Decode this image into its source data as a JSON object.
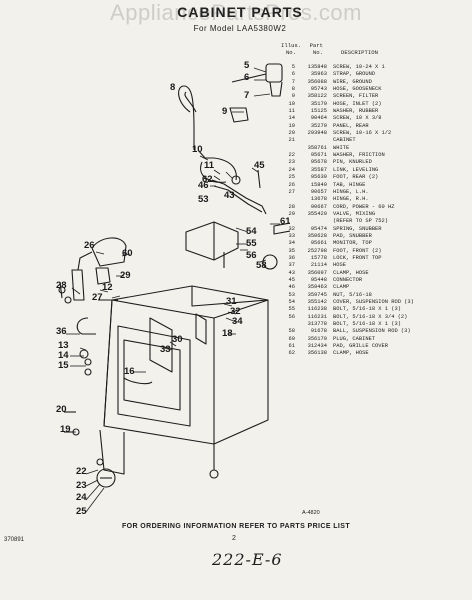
{
  "watermark": "AppliancePartsPros.com",
  "title": "CABINET PARTS",
  "subtitle": "For Model LAA5380W2",
  "table_header": {
    "col_illus": "Illus.",
    "col_part": "Part",
    "col_no": "No.",
    "col_no2": "No.",
    "col_desc": "DESCRIPTION"
  },
  "parts": [
    {
      "no": "5",
      "part": "135848",
      "desc": "Screw, 10-24 x 1"
    },
    {
      "no": "6",
      "part": "35963",
      "desc": "Strap, ground"
    },
    {
      "no": "7",
      "part": "356088",
      "desc": "Wire, ground"
    },
    {
      "no": "8",
      "part": "95743",
      "desc": "Hose, gooseneck"
    },
    {
      "no": "9",
      "part": "358122",
      "desc": "Screen, filter"
    },
    {
      "no": "10",
      "part": "35179",
      "desc": "Hose, inlet (2)"
    },
    {
      "no": "11",
      "part": "15125",
      "desc": "Washer, rubber"
    },
    {
      "no": "14",
      "part": "90464",
      "desc": "Screw, 10 x 3/8"
    },
    {
      "no": "19",
      "part": "35279",
      "desc": "Panel, rear"
    },
    {
      "no": "20",
      "part": "293948",
      "desc": "Screw, 10-16 x 1/2"
    },
    {
      "no": "21",
      "part": "",
      "desc": "Cabinet"
    },
    {
      "no": "",
      "part": "358761",
      "desc": "White"
    },
    {
      "no": "22",
      "part": "95671",
      "desc": "Washer, friction"
    },
    {
      "no": "23",
      "part": "95678",
      "desc": "Pin, knurled"
    },
    {
      "no": "24",
      "part": "35587",
      "desc": "Link, leveling"
    },
    {
      "no": "25",
      "part": "95639",
      "desc": "Foot, rear (2)"
    },
    {
      "no": "26",
      "part": "15849",
      "desc": "Tab, hinge"
    },
    {
      "no": "27",
      "part": "90657",
      "desc": "Hinge, L.H."
    },
    {
      "no": "",
      "part": "13678",
      "desc": "Hinge, R.H."
    },
    {
      "no": "28",
      "part": "90667",
      "desc": "Cord, power - 60 HZ"
    },
    {
      "no": "29",
      "part": "355429",
      "desc": "Valve, mixing"
    },
    {
      "no": "",
      "part": "",
      "desc": "(Refer to SP 752)"
    },
    {
      "no": "32",
      "part": "95474",
      "desc": "Spring, snubber"
    },
    {
      "no": "33",
      "part": "350628",
      "desc": "Pad, snubber"
    },
    {
      "no": "34",
      "part": "95661",
      "desc": "Monitor, top"
    },
    {
      "no": "35",
      "part": "252798",
      "desc": "Foot, front (2)"
    },
    {
      "no": "36",
      "part": "15778",
      "desc": "Lock, front top"
    },
    {
      "no": "37",
      "part": "21114",
      "desc": "Hose"
    },
    {
      "no": "43",
      "part": "356097",
      "desc": "Clamp, hose"
    },
    {
      "no": "45",
      "part": "95448",
      "desc": "Connector"
    },
    {
      "no": "46",
      "part": "359463",
      "desc": "Clamp"
    },
    {
      "no": "53",
      "part": "359745",
      "desc": "Nut, 5/16-18"
    },
    {
      "no": "54",
      "part": "355142",
      "desc": "Cover, suspension rod (3)"
    },
    {
      "no": "55",
      "part": "116238",
      "desc": "Bolt, 5/16-18 x 1 (3)"
    },
    {
      "no": "56",
      "part": "116231",
      "desc": "Bolt, 5/16-18 x 3/4 (2)"
    },
    {
      "no": "",
      "part": "313778",
      "desc": "Bolt, 5/16-18 x 1 (3)"
    },
    {
      "no": "58",
      "part": "91678",
      "desc": "Ball, suspension rod (3)"
    },
    {
      "no": "60",
      "part": "356179",
      "desc": "Plug, cabinet"
    },
    {
      "no": "61",
      "part": "312434",
      "desc": "Pad, grille cover"
    },
    {
      "no": "62",
      "part": "356138",
      "desc": "Clamp, hose"
    }
  ],
  "callouts": [
    "5",
    "6",
    "7",
    "8",
    "9",
    "10",
    "11",
    "62",
    "46",
    "43",
    "45",
    "53",
    "54",
    "55",
    "56",
    "61",
    "58",
    "60",
    "26",
    "28",
    "12",
    "27",
    "29",
    "36",
    "13",
    "14",
    "15",
    "16",
    "30",
    "33",
    "31",
    "32",
    "34",
    "18",
    "19",
    "20",
    "22",
    "23",
    "24",
    "25"
  ],
  "figure_ref": "A-4820",
  "footer": "FOR ORDERING INFORMATION REFER TO PARTS PRICE LIST",
  "doc_number": "370891",
  "page_number": "2",
  "handwritten_note": "222-E-6"
}
